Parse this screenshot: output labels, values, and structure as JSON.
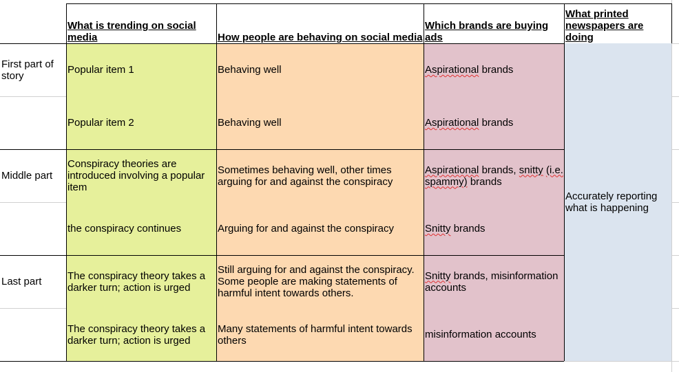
{
  "headers": {
    "col1": "What is trending on social media",
    "col2": "How people are behaving on social media",
    "col3": "Which brands are buying ads",
    "col4": "What printed newspapers are doing"
  },
  "row_labels": {
    "first": "First part of story",
    "middle": "Middle part",
    "last": "Last part"
  },
  "rows": [
    {
      "trending": "Popular item 1",
      "behaving": "Behaving well",
      "brands": "Aspirational brands"
    },
    {
      "trending": "Popular item 2",
      "behaving": "Behaving well",
      "brands": "Aspirational brands"
    },
    {
      "trending": "Conspiracy theories are introduced involving a popular item",
      "behaving": "Sometimes behaving well, other times arguing for and against the conspiracy",
      "brands_a": "Aspirational brands, snitty (i.e. spammy) brands"
    },
    {
      "trending": "the conspiracy continues",
      "behaving": "Arguing for and against the conspiracy",
      "brands": "Snitty brands"
    },
    {
      "trending": "The conspiracy theory takes a darker turn; action is urged",
      "behaving": "Still arguing for and against the conspiracy. Some people are making statements of harmful intent towards others.",
      "brands": "Snitty brands, misinformation accounts"
    },
    {
      "trending": "The conspiracy theory takes a darker turn; action is urged",
      "behaving": "Many statements of harmful intent towards others",
      "brands": "misinformation accounts"
    }
  ],
  "newspapers": "Accurately reporting what is happening",
  "colors": {
    "trending": "#e6f09b",
    "behaving": "#fdd9b1",
    "brands": "#e2c2cb",
    "newspapers": "#dbe4ef",
    "gridline": "#d0d0d0"
  }
}
